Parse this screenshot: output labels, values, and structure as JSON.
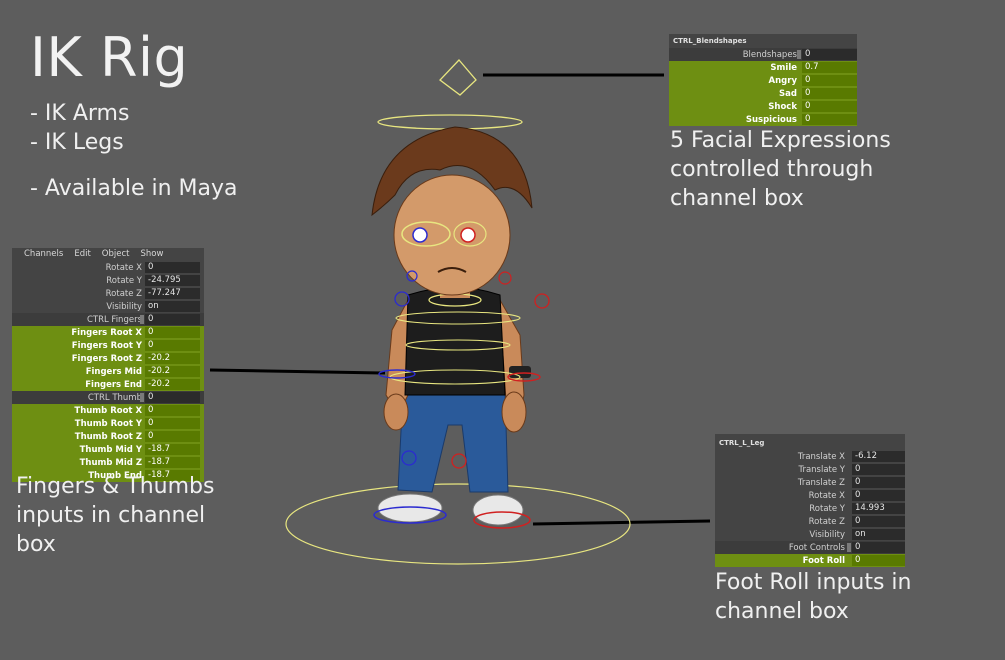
{
  "title": "IK Rig",
  "bullets": [
    "- IK Arms",
    "- IK Legs",
    "- Available in Maya"
  ],
  "blendshapes_box": {
    "header": "CTRL_Blendshapes",
    "rows": [
      {
        "label": "Blendshapes",
        "value": "0",
        "highlight": false,
        "ctrl": true
      },
      {
        "label": "Smile",
        "value": "0.7",
        "highlight": true
      },
      {
        "label": "Angry",
        "value": "0",
        "highlight": true
      },
      {
        "label": "Sad",
        "value": "0",
        "highlight": true
      },
      {
        "label": "Shock",
        "value": "0",
        "highlight": true
      },
      {
        "label": "Suspicious",
        "value": "0",
        "highlight": true
      }
    ]
  },
  "caption_face": [
    "5 Facial Expressions",
    "controlled through",
    "channel box"
  ],
  "fingers_box": {
    "menu": [
      "Channels",
      "Edit",
      "Object",
      "Show"
    ],
    "rows": [
      {
        "label": "Rotate X",
        "value": "0",
        "highlight": false
      },
      {
        "label": "Rotate Y",
        "value": "-24.795",
        "highlight": false
      },
      {
        "label": "Rotate Z",
        "value": "-77.247",
        "highlight": false
      },
      {
        "label": "Visibility",
        "value": "on",
        "highlight": false
      },
      {
        "label": "CTRL Fingers",
        "value": "0",
        "highlight": false,
        "ctrl": true
      },
      {
        "label": "Fingers Root X",
        "value": "0",
        "highlight": true
      },
      {
        "label": "Fingers Root Y",
        "value": "0",
        "highlight": true
      },
      {
        "label": "Fingers Root Z",
        "value": "-20.2",
        "highlight": true
      },
      {
        "label": "Fingers Mid",
        "value": "-20.2",
        "highlight": true
      },
      {
        "label": "Fingers End",
        "value": "-20.2",
        "highlight": true
      },
      {
        "label": "CTRL Thumb",
        "value": "0",
        "highlight": false,
        "ctrl": true
      },
      {
        "label": "Thumb Root X",
        "value": "0",
        "highlight": true
      },
      {
        "label": "Thumb Root Y",
        "value": "0",
        "highlight": true
      },
      {
        "label": "Thumb Root Z",
        "value": "0",
        "highlight": true
      },
      {
        "label": "Thumb Mid Y",
        "value": "-18.7",
        "highlight": true
      },
      {
        "label": "Thumb Mid Z",
        "value": "-18.7",
        "highlight": true
      },
      {
        "label": "Thumb End",
        "value": "-18.7",
        "highlight": true
      }
    ]
  },
  "caption_fingers": [
    "Fingers & Thumbs",
    "inputs in channel",
    "box"
  ],
  "leg_box": {
    "header": "CTRL_L_Leg",
    "rows": [
      {
        "label": "Translate X",
        "value": "-6.12",
        "highlight": false
      },
      {
        "label": "Translate Y",
        "value": "0",
        "highlight": false
      },
      {
        "label": "Translate Z",
        "value": "0",
        "highlight": false
      },
      {
        "label": "Rotate X",
        "value": "0",
        "highlight": false
      },
      {
        "label": "Rotate Y",
        "value": "14.993",
        "highlight": false
      },
      {
        "label": "Rotate Z",
        "value": "0",
        "highlight": false
      },
      {
        "label": "Visibility",
        "value": "on",
        "highlight": false
      },
      {
        "label": "Foot Controls",
        "value": "0",
        "highlight": false,
        "ctrl": true
      },
      {
        "label": "Foot Roll",
        "value": "0",
        "highlight": true
      }
    ]
  },
  "caption_foot": [
    "Foot Roll inputs in",
    "channel box"
  ],
  "colors": {
    "background": "#5d5d5d",
    "highlight_row": "#6e8f12",
    "rig_yellow": "#e8e680",
    "rig_blue": "#2b2bd0",
    "rig_red": "#d02020"
  }
}
